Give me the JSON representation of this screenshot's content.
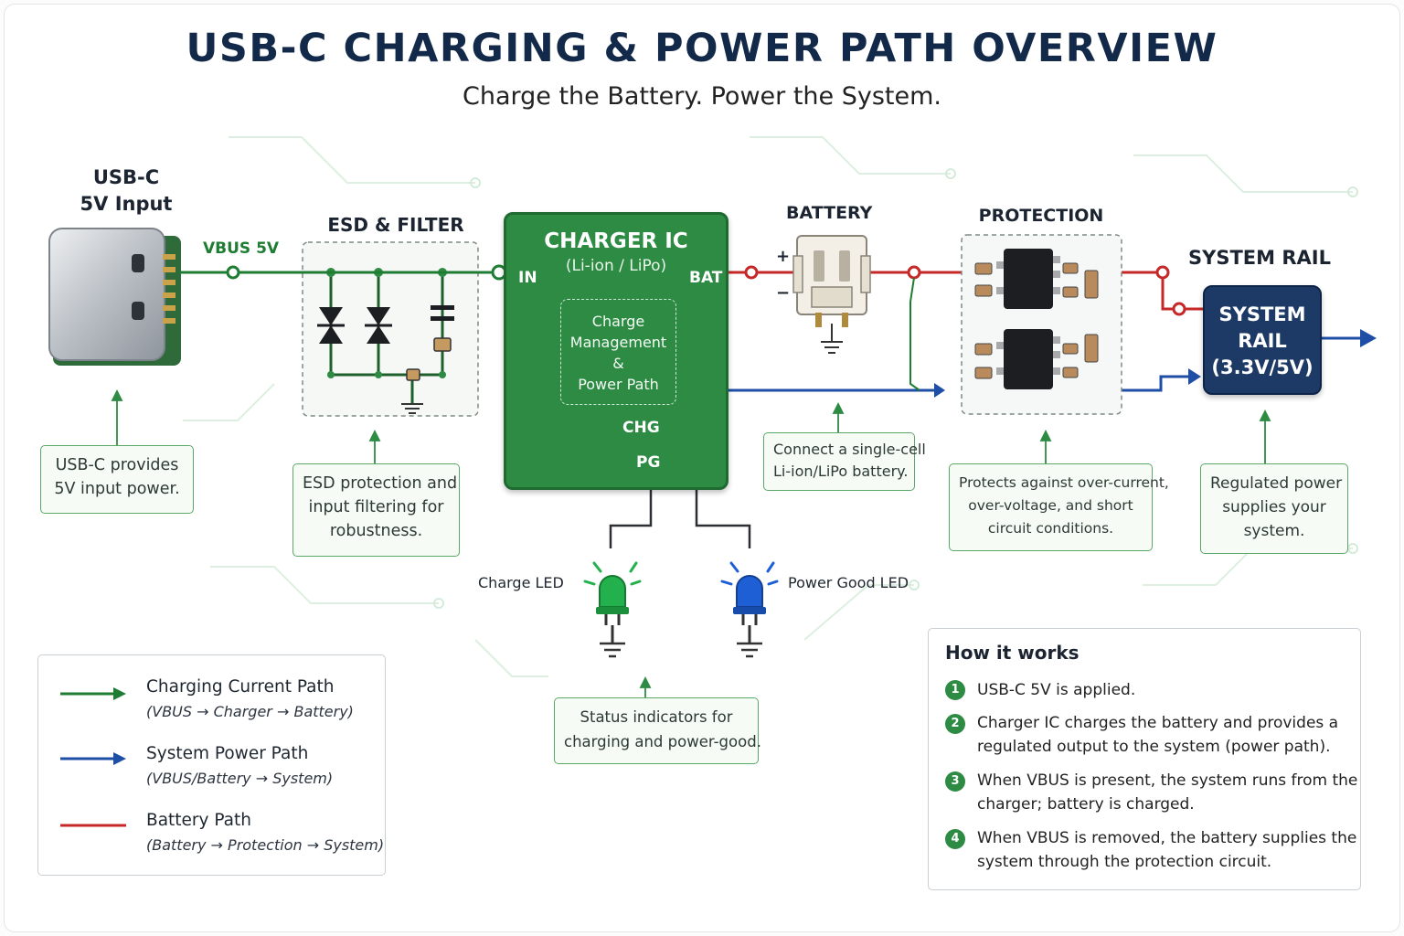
{
  "title": "USB-C CHARGING & POWER PATH OVERVIEW",
  "subtitle": "Charge the Battery. Power the System.",
  "colors": {
    "charging_path": "#1e7d32",
    "system_path": "#1f4ea6",
    "battery_path": "#c62828",
    "charger_ic": "#2e8b44",
    "system_rail": "#1d3a66",
    "title": "#13294a"
  },
  "blocks": {
    "usbc": {
      "label_line1": "USB-C",
      "label_line2": "5V Input",
      "net_label": "VBUS 5V",
      "icon": "usb-c-connector-icon"
    },
    "esd": {
      "label": "ESD & FILTER",
      "icon": "tvs-diode-icon"
    },
    "charger": {
      "title": "CHARGER IC",
      "subtitle": "(Li-ion / LiPo)",
      "pin_in": "IN",
      "pin_bat": "BAT",
      "pin_chg": "CHG",
      "pin_pg": "PG",
      "inner": [
        "Charge",
        "Management",
        "&",
        "Power Path"
      ]
    },
    "battery": {
      "label": "BATTERY",
      "plus": "+",
      "minus": "−",
      "icon": "battery-connector-icon"
    },
    "protection": {
      "label": "PROTECTION",
      "icon": "mosfet-chip-icon"
    },
    "system_rail": {
      "label": "SYSTEM RAIL",
      "box": [
        "SYSTEM",
        "RAIL",
        "(3.3V/5V)"
      ]
    }
  },
  "leds": {
    "charge": {
      "label": "Charge LED",
      "color": "#22b14c",
      "icon": "green-led-icon"
    },
    "power_good": {
      "label": "Power Good LED",
      "color": "#1f5fd6",
      "icon": "blue-led-icon"
    }
  },
  "callouts": {
    "usbc": [
      "USB-C provides",
      "5V input power."
    ],
    "esd": [
      "ESD protection and",
      "input filtering for",
      "robustness."
    ],
    "battery": [
      "Connect a single-cell",
      "Li-ion/LiPo battery."
    ],
    "protection": [
      "Protects against over-current,",
      "over-voltage, and short",
      "circuit conditions."
    ],
    "system": [
      "Regulated power",
      "supplies your",
      "system."
    ],
    "status": [
      "Status indicators for",
      "charging and power-good."
    ]
  },
  "legend": [
    {
      "title": "Charging Current Path",
      "detail": "(VBUS → Charger → Battery)",
      "kind": "arrow",
      "color": "#1e7d32"
    },
    {
      "title": "System Power Path",
      "detail": "(VBUS/Battery → System)",
      "kind": "arrow",
      "color": "#1f4ea6"
    },
    {
      "title": "Battery Path",
      "detail": "(Battery → Protection → System)",
      "kind": "line",
      "color": "#c62828"
    }
  ],
  "how_it_works": {
    "title": "How it works",
    "steps": [
      {
        "num": "1",
        "lines": [
          "USB-C 5V is applied."
        ]
      },
      {
        "num": "2",
        "lines": [
          "Charger IC charges the battery and provides a",
          "regulated output to the system (power path)."
        ]
      },
      {
        "num": "3",
        "lines": [
          "When VBUS is present, the system runs from the",
          "charger; battery is charged."
        ]
      },
      {
        "num": "4",
        "lines": [
          "When VBUS is removed, the battery supplies the",
          "system through the protection circuit."
        ]
      }
    ]
  }
}
